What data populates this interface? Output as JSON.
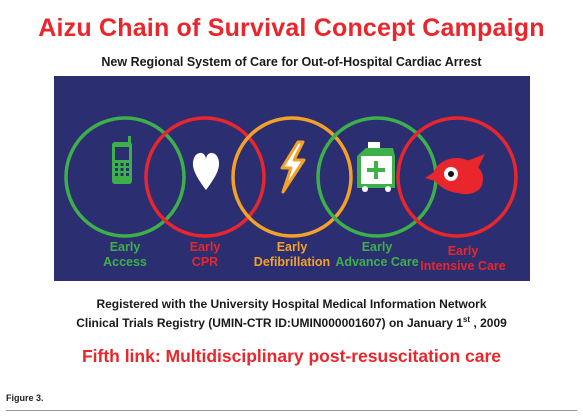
{
  "title": "Aizu Chain of Survival Concept Campaign",
  "subtitle": "New Regional System of Care for Out-of-Hospital Cardiac Arrest",
  "links": [
    {
      "line1": "Early",
      "line2": "Access",
      "color": "#3db04a",
      "icon": "mobile-phone-icon"
    },
    {
      "line1": "Early",
      "line2": "CPR",
      "color": "#e8262b",
      "icon": "heart-icon"
    },
    {
      "line1": "Early",
      "line2": "Defibrillation",
      "color": "#f4a12a",
      "icon": "lightning-bolt-icon"
    },
    {
      "line1": "Early",
      "line2": "Advance Care",
      "color": "#3db04a",
      "icon": "ambulance-icon"
    },
    {
      "line1": "Early",
      "line2": "Intensive Care",
      "color": "#e8262b",
      "icon": "red-bird-icon"
    }
  ],
  "registration": {
    "line1": "Registered with the University Hospital Medical Information Network",
    "line2_pre": "Clinical Trials Registry  (UMIN-CTR ID:UMIN000001607) on January  1",
    "line2_sup": "st",
    "line2_post": " , 2009"
  },
  "fifth_link": "Fifth link: Multidisciplinary post-resuscitation care",
  "figure_label": "Figure 3."
}
